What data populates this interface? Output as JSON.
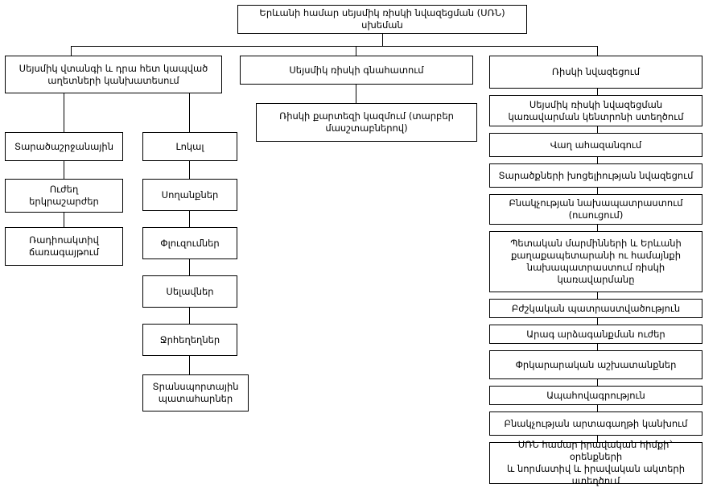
{
  "diagram": {
    "title_node": {
      "id": "root",
      "label": "Երևանի համար սեյսմիկ ռիսկի նվազեցման (ՍՌՆ)\nսխեման"
    },
    "branches": [
      {
        "id": "branch-hazard-forecast",
        "label": "Սեյսմիկ վտանգի և դրա հետ կապված\nաղետների կանխատեսում"
      },
      {
        "id": "branch-risk-assessment",
        "label": "Սեյսմիկ ռիսկի գնահատում"
      },
      {
        "id": "branch-risk-reduction",
        "label": "Ռիսկի նվազեցում"
      }
    ],
    "regional_chain": [
      {
        "id": "regional",
        "label": "Տարածաշրջանային"
      },
      {
        "id": "strong-earthquakes",
        "label": "Ուժեղ\nերկրաշարժեր"
      },
      {
        "id": "radioactive-radiation",
        "label": "Ռադիոակտիվ\nճառագայթում"
      }
    ],
    "local_chain": [
      {
        "id": "local",
        "label": "Լոկալ"
      },
      {
        "id": "landslides",
        "label": "Սողանքներ"
      },
      {
        "id": "collapses",
        "label": "Փլուզումներ"
      },
      {
        "id": "mudflows",
        "label": "Սելավներ"
      },
      {
        "id": "floods",
        "label": "Ջրհեղեղներ"
      },
      {
        "id": "transport-accidents",
        "label": "Տրանսպորտային\nպատահարներ"
      }
    ],
    "assessment_chain": [
      {
        "id": "risk-map",
        "label": "Ռիսկի քարտեզի կազմում (տարբեր\nմասշտաբներով)"
      }
    ],
    "reduction_chain": [
      {
        "id": "srn-center",
        "label": "Սեյսմիկ ռիսկի նվազեցման\nկառավարման կենտրոնի ստեղծում"
      },
      {
        "id": "early-warning",
        "label": "Վաղ ահազանգում"
      },
      {
        "id": "vulnerability-reduction",
        "label": "Տարածքների խոցելիության նվազեցում"
      },
      {
        "id": "population-preparedness",
        "label": "Բնակչության նախապատրաստում\n(ուսուցում)"
      },
      {
        "id": "government-preparedness",
        "label": "Պետական մարմինների և Երևանի\nքաղաքապետարանի ու համայնքի\nնախապատրաստում ռիսկի\nկառավարմանը"
      },
      {
        "id": "medical-preparedness",
        "label": "Բժշկական պատրաստվածություն"
      },
      {
        "id": "rapid-response",
        "label": "Արագ արձագանքման ուժեր"
      },
      {
        "id": "rescue-operations",
        "label": "Փրկարարական աշխատանքներ"
      },
      {
        "id": "insurance",
        "label": "Ապահովագրություն"
      },
      {
        "id": "emigration-prevention",
        "label": "Բնակչության արտագաղթի կանխում"
      },
      {
        "id": "legal-framework",
        "label": "ՍՌՆ համար իրավական հիմքի` օրենքների\nև նորմատիվ և իրավական ակտերի\nստեղծում"
      }
    ]
  },
  "style": {
    "border_color": "#000000",
    "background_color": "#ffffff",
    "text_color": "#000000"
  }
}
